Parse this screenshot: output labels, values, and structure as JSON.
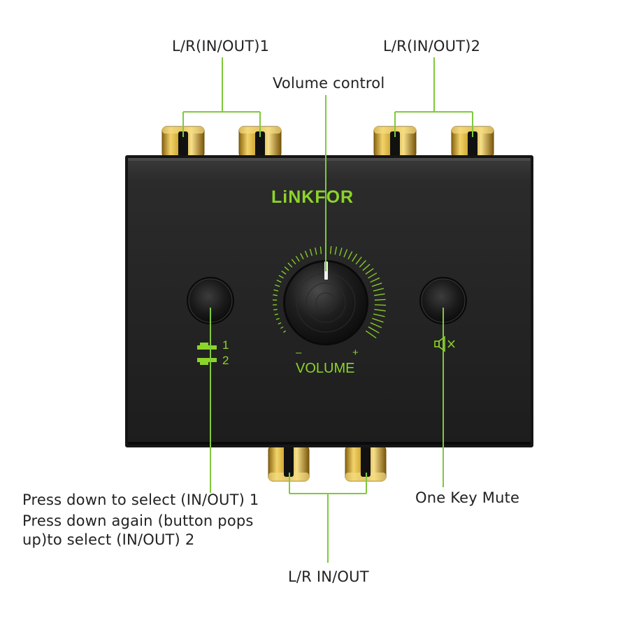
{
  "callouts": {
    "top_left": "L/R(IN/OUT)1",
    "top_right": "L/R(IN/OUT)2",
    "volume_control": "Volume control",
    "select_line1": "Press down to select (IN/OUT) 1",
    "select_line2": "Press down again (button pops",
    "select_line3": "up)to select (IN/OUT) 2",
    "mute": "One Key Mute",
    "bottom": "L/R IN/OUT"
  },
  "device": {
    "brand": "LiNKFOR",
    "volume_label": "VOLUME",
    "minus": "–",
    "plus": "+",
    "channel_1": "1",
    "channel_2": "2"
  },
  "colors": {
    "accent_green": "#8cd42a",
    "device_body": "#262626",
    "connector_gold": "#e2b93a"
  },
  "icons": [
    "speaker-mute-icon",
    "switch-position-icon"
  ]
}
